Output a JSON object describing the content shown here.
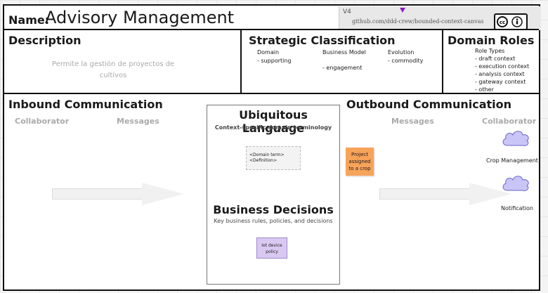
{
  "header": {
    "name_label": "Name:",
    "name_value": "Advisory Management",
    "version": "V4",
    "source": "github.com/ddd-crew/bounded-context-canvas",
    "license_icon": "cc-by-icon"
  },
  "description": {
    "title": "Description",
    "text": "Permite la gestión de proyectos de cultivos"
  },
  "strategic": {
    "title": "Strategic Classification",
    "domain_label": "Domain",
    "domain_value": "- supporting",
    "business_model_label": "Business Model",
    "business_model_value": "- engagement",
    "evolution_label": "Evolution",
    "evolution_value": "- commodity"
  },
  "roles": {
    "title": "Domain Roles",
    "subtitle": "Role Types",
    "items": [
      "- draft context",
      "- execution context",
      "- analysis context",
      "- gateway context",
      "- other"
    ]
  },
  "inbound": {
    "title": "Inbound Communication",
    "collaborator": "Collaborator",
    "messages": "Messages"
  },
  "ubiquitous": {
    "title": "Ubiquitous Language",
    "subtitle": "Context-specific domain terminology",
    "placeholder_line1": "<Domain term>",
    "placeholder_line2": "<Definition>"
  },
  "decisions": {
    "title": "Business Decisions",
    "subtitle": "Key business rules, policies, and decisions",
    "sticky": "Iot device policy"
  },
  "outbound": {
    "title": "Outbound Communication",
    "messages": "Messages",
    "collaborator": "Collaborator",
    "message_sticky": "Project assigned to a crop",
    "collaborators": [
      "Crop Management",
      "Notification"
    ]
  },
  "colors": {
    "cloud": "#c9c6f7",
    "message_sticky": "#f8a35a",
    "decision_sticky": "#d9c9f2",
    "marker": "#8a1cc7"
  }
}
